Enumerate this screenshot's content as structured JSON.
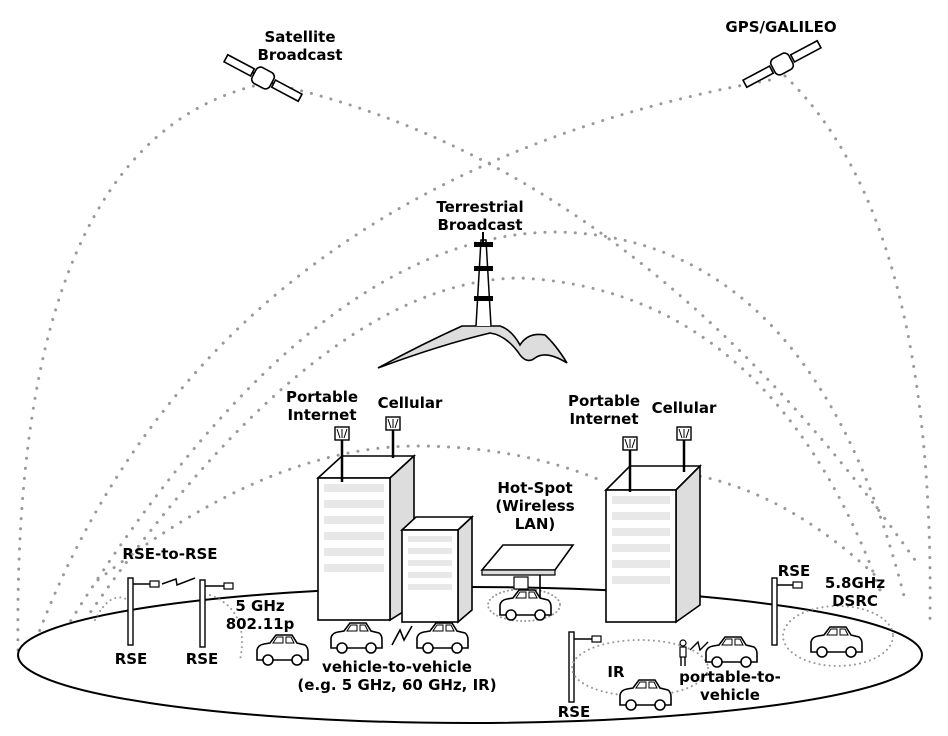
{
  "labels": {
    "satellite": [
      "Satellite",
      "Broadcast"
    ],
    "gps": "GPS/GALILEO",
    "terrestrial": [
      "Terrestrial",
      "Broadcast"
    ],
    "left_tower": {
      "portable": [
        "Portable",
        "Internet"
      ],
      "cellular": "Cellular"
    },
    "right_tower": {
      "portable": [
        "Portable",
        "Internet"
      ],
      "cellular": "Cellular"
    },
    "hotspot": [
      "Hot-Spot",
      "(Wireless",
      "LAN)"
    ],
    "rse_to_rse": "RSE-to-RSE",
    "five_ghz": [
      "5 GHz",
      "802.11p"
    ],
    "rse": "RSE",
    "v2v": [
      "vehicle-to-vehicle",
      "(e.g. 5 GHz, 60 GHz, IR)"
    ],
    "ir": "IR",
    "p2v": [
      "portable-to-",
      "vehicle"
    ],
    "dsrc": [
      "5.8GHz",
      "DSRC"
    ]
  },
  "icons": [
    "satellite-icon",
    "gps-satellite-icon",
    "broadcast-tower-icon",
    "mountain-icon",
    "building-icon",
    "antenna-icon",
    "roadside-unit-icon",
    "car-icon",
    "hotspot-access-point-icon",
    "pedestrian-icon",
    "lightning-link-icon"
  ],
  "colors": {
    "line": "#000000",
    "dots": "#999999",
    "building_side": "#dddddd",
    "window": "#e8e8e8"
  }
}
